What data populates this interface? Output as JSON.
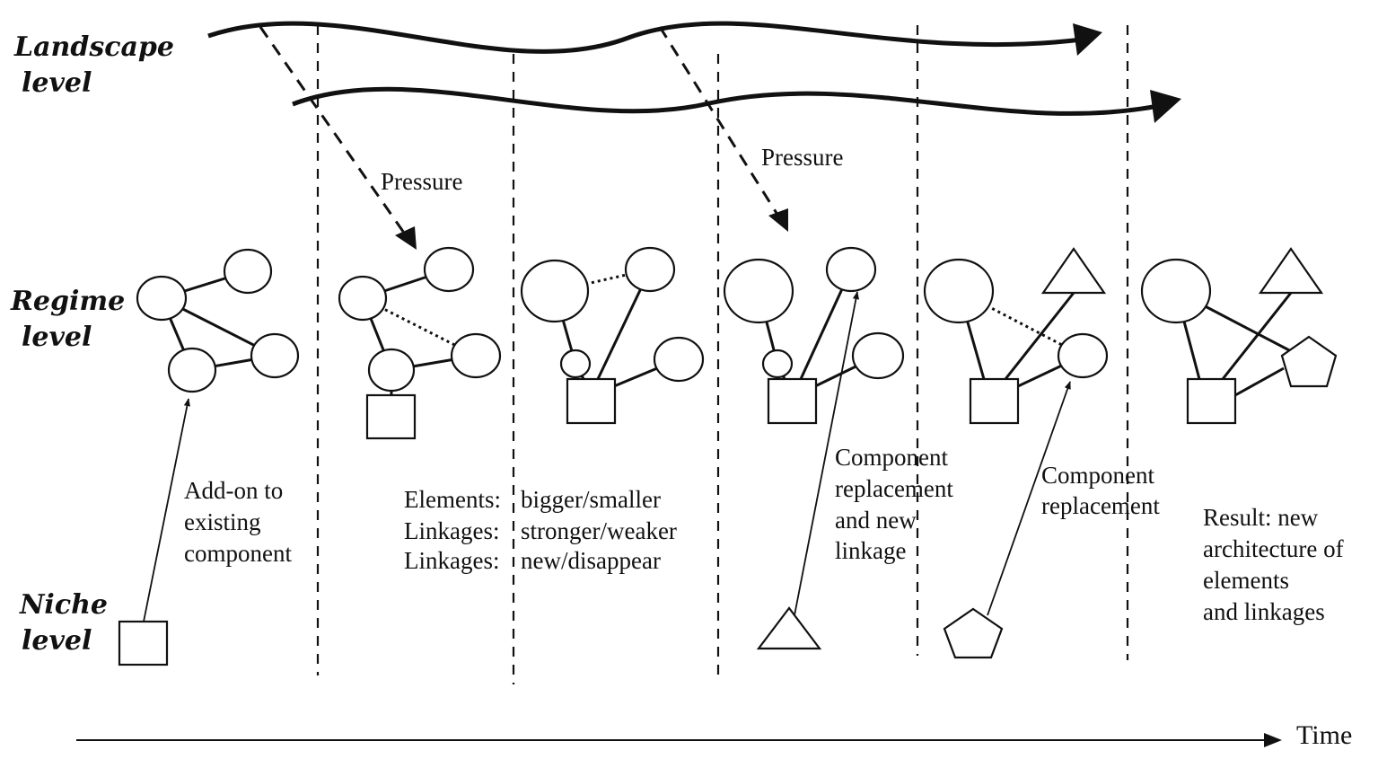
{
  "levels": {
    "landscape": [
      "Landscape",
      "level"
    ],
    "regime": [
      "Regime",
      "level"
    ],
    "niche": [
      "Niche",
      "level"
    ]
  },
  "pressure_labels": [
    "Pressure",
    "Pressure"
  ],
  "annotations": {
    "add_on": [
      "Add-on to",
      "existing",
      "component"
    ],
    "elements": [
      "Elements:",
      "Linkages:",
      "Linkages:"
    ],
    "changes": [
      "bigger/smaller",
      "stronger/weaker",
      "new/disappear"
    ],
    "replacement_new_linkage": [
      "Component",
      "replacement",
      "and new",
      "linkage"
    ],
    "replacement": [
      "Component",
      "replacement"
    ],
    "result": [
      "Result:  new",
      "architecture of",
      "elements",
      "and linkages"
    ]
  },
  "time_label": "Time"
}
